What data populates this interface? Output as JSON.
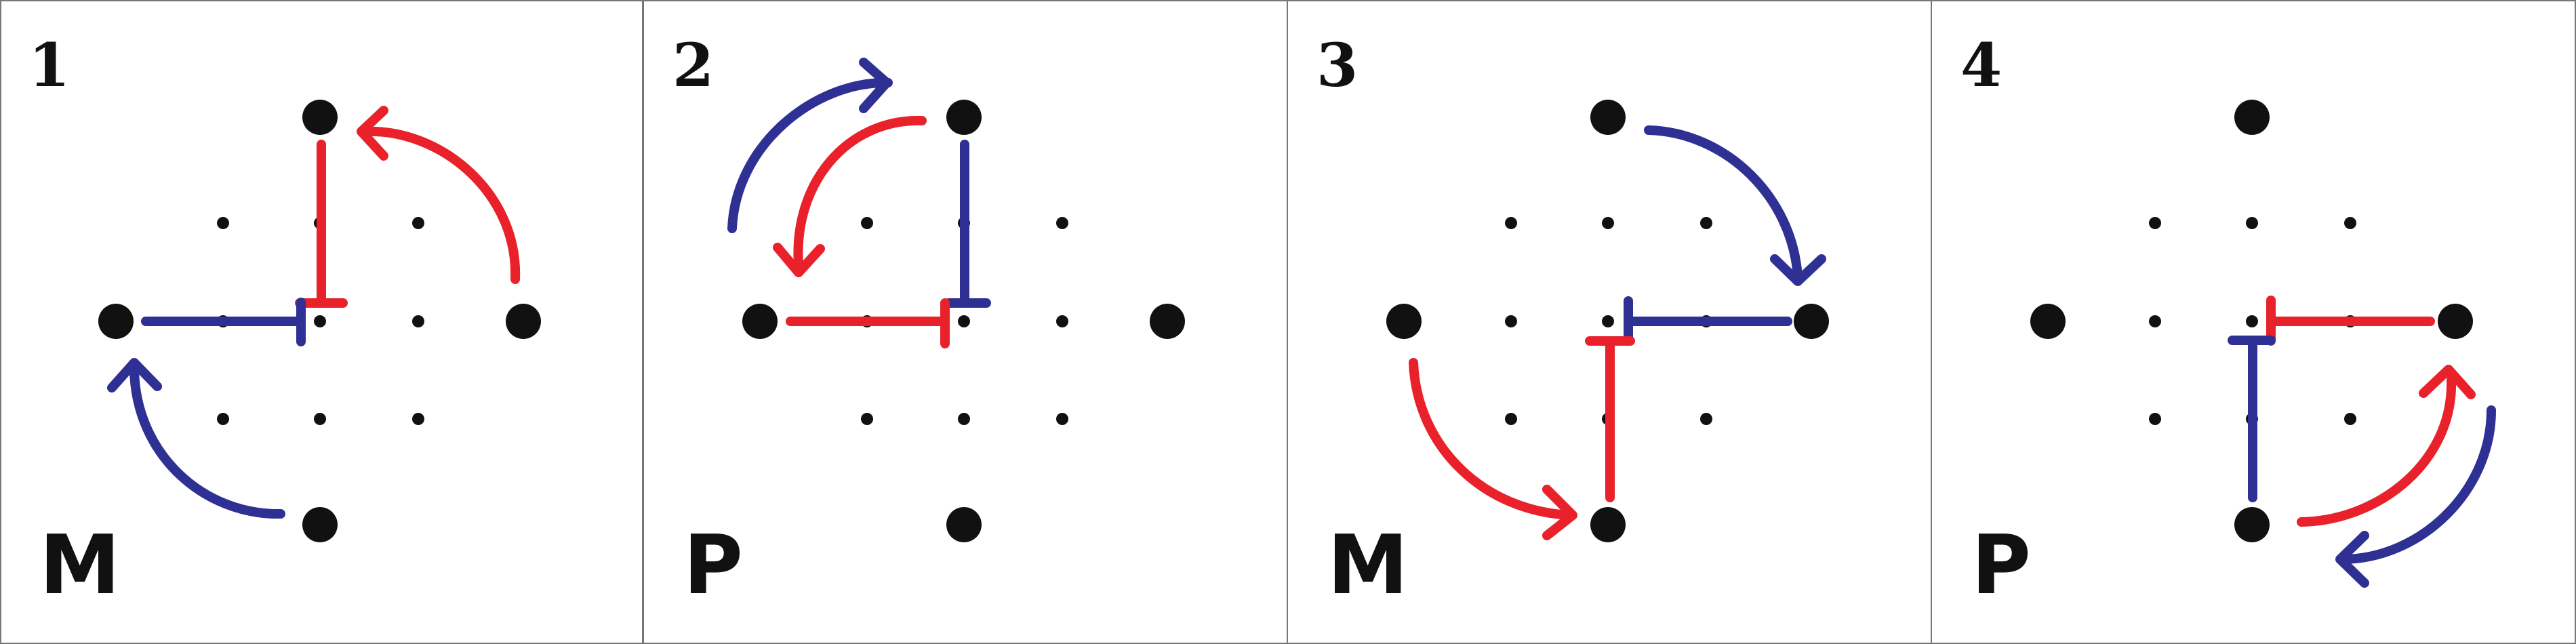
{
  "colors": {
    "background": "#ffffff",
    "border": "#777777",
    "dot": "#111111",
    "red": "#e8212b",
    "blue": "#2f3093"
  },
  "panels": [
    {
      "number": "1",
      "letter": "M"
    },
    {
      "number": "2",
      "letter": "P"
    },
    {
      "number": "3",
      "letter": "M"
    },
    {
      "number": "4",
      "letter": "P"
    }
  ]
}
